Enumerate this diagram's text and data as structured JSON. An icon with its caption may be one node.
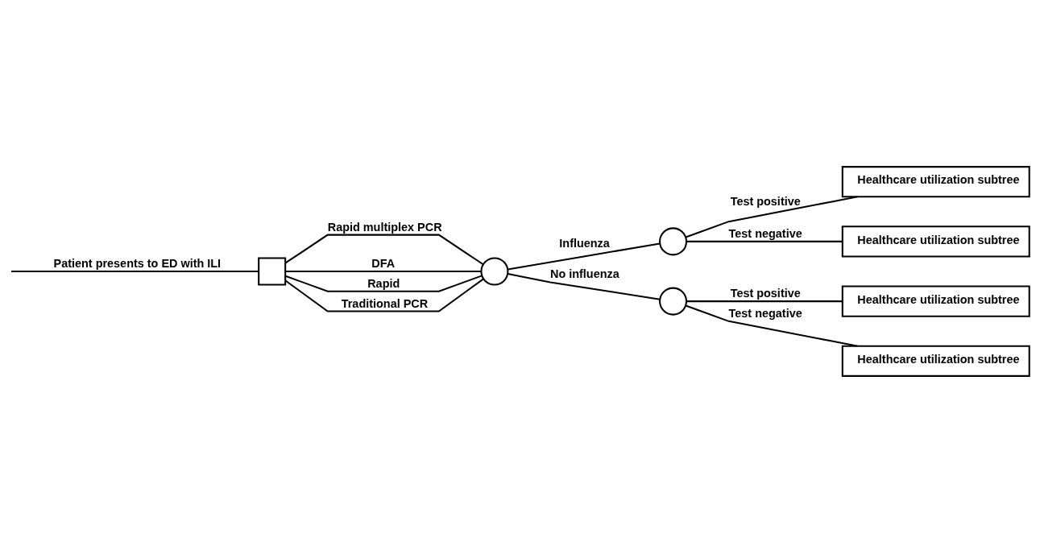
{
  "diagram": {
    "nodes": [
      {
        "text": [],
        "shape": "box"
      },
      {
        "text": [],
        "shape": "circle"
      },
      {
        "text": [],
        "shape": "circle"
      },
      {
        "text": [],
        "shape": "circle"
      },
      {
        "text": [
          "Healthcare utilization subtree"
        ]
      },
      {
        "text": [
          "Healthcare utilization subtree"
        ]
      },
      {
        "text": [
          "Healthcare utilization subtree"
        ]
      },
      {
        "text": [
          "Healthcare utilization subtree"
        ]
      }
    ],
    "edges": [
      {
        "from": null,
        "to": 0,
        "arrow": "none",
        "label": "Patient presents to ED with ILI"
      },
      {
        "from": 0,
        "to": 1,
        "arrow": "none",
        "label": "Rapid multiplex PCR"
      },
      {
        "from": 0,
        "to": 1,
        "arrow": "none",
        "label": "DFA"
      },
      {
        "from": 0,
        "to": 1,
        "arrow": "none",
        "label": "Rapid"
      },
      {
        "from": 0,
        "to": 1,
        "arrow": "none",
        "label": "Traditional PCR"
      },
      {
        "from": 1,
        "to": 2,
        "arrow": "none",
        "label": "Influenza"
      },
      {
        "from": 1,
        "to": 3,
        "arrow": "none",
        "label": "No influenza"
      },
      {
        "from": 2,
        "to": 4,
        "arrow": "none",
        "label": "Test positive"
      },
      {
        "from": 2,
        "to": 5,
        "arrow": "none",
        "label": "Test negative"
      },
      {
        "from": 3,
        "to": 6,
        "arrow": "none",
        "label": "Test positive"
      },
      {
        "from": 3,
        "to": 7,
        "arrow": "none",
        "label": "Test negative"
      }
    ]
  }
}
